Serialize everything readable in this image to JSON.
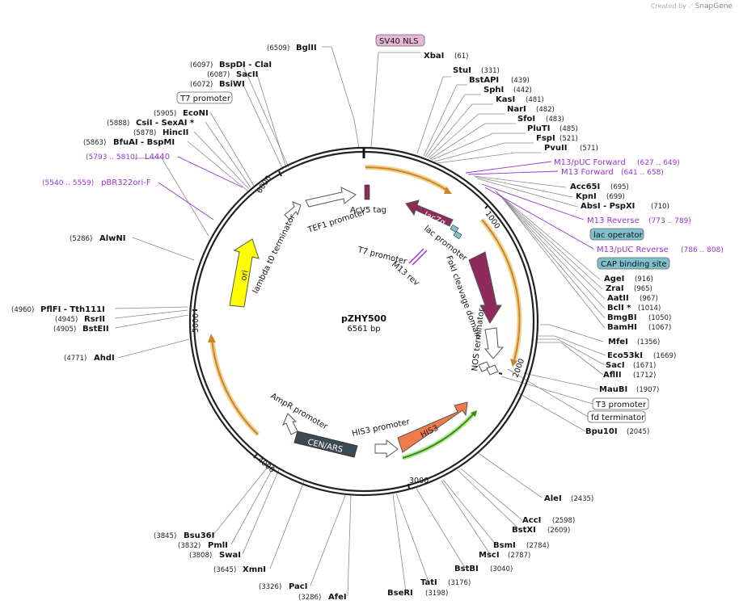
{
  "credit": {
    "prefix": "Created by",
    "brand": "SnapGene"
  },
  "plasmid": {
    "name": "pZHY500",
    "length": "6561 bp"
  },
  "ticks": [
    "1000",
    "2000",
    "3000",
    "4000",
    "5000",
    "6000"
  ],
  "enzymes_right": [
    {
      "name": "XbaI",
      "pos": "(61)"
    },
    {
      "name": "StuI",
      "pos": "(331)"
    },
    {
      "name": "BstAPI",
      "pos": "(439)"
    },
    {
      "name": "SphI",
      "pos": "(442)"
    },
    {
      "name": "KasI",
      "pos": "(481)"
    },
    {
      "name": "NarI",
      "pos": "(482)"
    },
    {
      "name": "SfoI",
      "pos": "(483)"
    },
    {
      "name": "PluTI",
      "pos": "(485)"
    },
    {
      "name": "FspI",
      "pos": "(521)"
    },
    {
      "name": "PvuII",
      "pos": "(571)"
    },
    {
      "name": "Acc65I",
      "pos": "(695)"
    },
    {
      "name": "KpnI",
      "pos": "(699)"
    },
    {
      "name": "AbsI  - PspXI",
      "pos": "(710)"
    },
    {
      "name": "AgeI",
      "pos": "(916)"
    },
    {
      "name": "ZraI",
      "pos": "(965)"
    },
    {
      "name": "AatII",
      "pos": "(967)"
    },
    {
      "name": "BclI *",
      "pos": "(1014)"
    },
    {
      "name": "BmgBI",
      "pos": "(1050)"
    },
    {
      "name": "BamHI",
      "pos": "(1067)"
    },
    {
      "name": "MfeI",
      "pos": "(1356)"
    },
    {
      "name": "Eco53kI",
      "pos": "(1669)"
    },
    {
      "name": "SacI",
      "pos": "(1671)"
    },
    {
      "name": "AflII",
      "pos": "(1712)"
    },
    {
      "name": "MauBI",
      "pos": "(1907)"
    },
    {
      "name": "Bpu10I",
      "pos": "(2045)"
    },
    {
      "name": "AleI",
      "pos": "(2435)"
    },
    {
      "name": "AccI",
      "pos": "(2598)"
    },
    {
      "name": "BstXI",
      "pos": "(2609)"
    },
    {
      "name": "BsmI",
      "pos": "(2784)"
    },
    {
      "name": "MscI",
      "pos": "(2787)"
    },
    {
      "name": "BstBI",
      "pos": "(3040)"
    },
    {
      "name": "TatI",
      "pos": "(3176)"
    },
    {
      "name": "BseRI",
      "pos": "(3198)"
    }
  ],
  "enzymes_left": [
    {
      "name": "BglII",
      "pos": "(6509)"
    },
    {
      "name": "BspDI  - ClaI",
      "pos": "(6097)"
    },
    {
      "name": "SacII",
      "pos": "(6087)"
    },
    {
      "name": "BsiWI",
      "pos": "(6072)"
    },
    {
      "name": "EcoNI",
      "pos": "(5905)"
    },
    {
      "name": "CsiI  - SexAI *",
      "pos": "(5888)"
    },
    {
      "name": "HincII",
      "pos": "(5878)"
    },
    {
      "name": "BfuAI  - BspMI",
      "pos": "(5863)"
    },
    {
      "name": "AlwNI",
      "pos": "(5286)"
    },
    {
      "name": "PflFI  - Tth111I",
      "pos": "(4960)"
    },
    {
      "name": "RsrII",
      "pos": "(4945)"
    },
    {
      "name": "BstEII",
      "pos": "(4905)"
    },
    {
      "name": "AhdI",
      "pos": "(4771)"
    },
    {
      "name": "Bsu36I",
      "pos": "(3845)"
    },
    {
      "name": "PmlI",
      "pos": "(3832)"
    },
    {
      "name": "SwaI",
      "pos": "(3808)"
    },
    {
      "name": "XmnI",
      "pos": "(3645)"
    },
    {
      "name": "PacI",
      "pos": "(3326)"
    },
    {
      "name": "AfeI",
      "pos": "(3286)"
    }
  ],
  "primers": [
    {
      "name": "M13/pUC Forward",
      "pos": "(627 .. 649)"
    },
    {
      "name": "M13 Forward",
      "pos": "(641 .. 658)"
    },
    {
      "name": "M13 Reverse",
      "pos": "(773 .. 789)"
    },
    {
      "name": "M13/pUC Reverse",
      "pos": "(786 .. 808)"
    },
    {
      "name": "L4440",
      "pos": "(5793 .. 5810)"
    },
    {
      "name": "pBR322ori-F",
      "pos": "(5540 .. 5559)"
    }
  ],
  "boxes": {
    "sv40": "SV40 NLS",
    "t7_top": "T7 promoter",
    "lac_operator": "lac operator",
    "cap": "CAP binding site",
    "t3": "T3 promoter",
    "fd": "fd terminator"
  },
  "features": {
    "acv5": "AcV5 tag",
    "tef1": "TEF1 promoter",
    "lambda": "lambda t0 terminator",
    "ori": "ori",
    "lacz": "lacZα",
    "lac_promoter": "lac promoter",
    "t7_inner": "T7 promoter",
    "m13rev": "M13 rev",
    "foki": "FokI cleavage domain",
    "nos": "NOS terminator",
    "his3": "HIS3",
    "his3_promoter": "HIS3 promoter",
    "cenars": "CEN/ARS",
    "ampr_promoter": "AmpR promoter"
  },
  "colors": {
    "backbone": "#222222",
    "orf_highlight": "#e8b04a",
    "lacz": "#8e2b5c",
    "foki": "#8e2b5c",
    "ori": "#ffff00",
    "his3": "#f07a4a",
    "his3_highlight": "#7fd050",
    "cenars": "#3c4a54",
    "primer": "#9933cc",
    "box_feature": "#7fc0cc",
    "sv40_box": "#e6b8d6"
  }
}
